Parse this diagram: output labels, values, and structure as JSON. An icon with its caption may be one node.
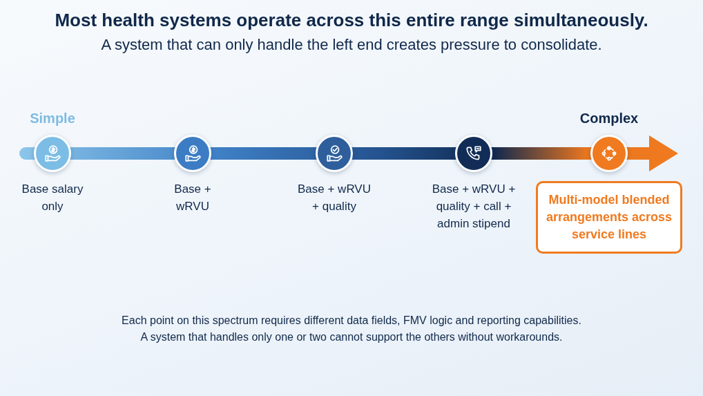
{
  "diagram": {
    "title": "Most health systems operate across this entire range simultaneously.",
    "caption": "Each point on this spectrum requires different data fields, FMV logic and reporting capabilities. A system that handles only one or two cannot support the others without workarounds.",
    "nodes": [
      {
        "text": [
          "Base salary only"
        ]
      },
      {
        "text": [
          "Base + wRVU"
        ]
      },
      {
        "text": [
          "Base + wRVU + quality"
        ]
      },
      {
        "text": [
          "Base + wRVU + quality + call + admin stipend"
        ]
      },
      {
        "text": [
          "Multi-model blended arrangements across service lines"
        ]
      }
    ],
    "labels": [
      "A system that can only handle the left end creates pressure to consolidate.",
      "Simple",
      "Complex"
    ]
  }
}
